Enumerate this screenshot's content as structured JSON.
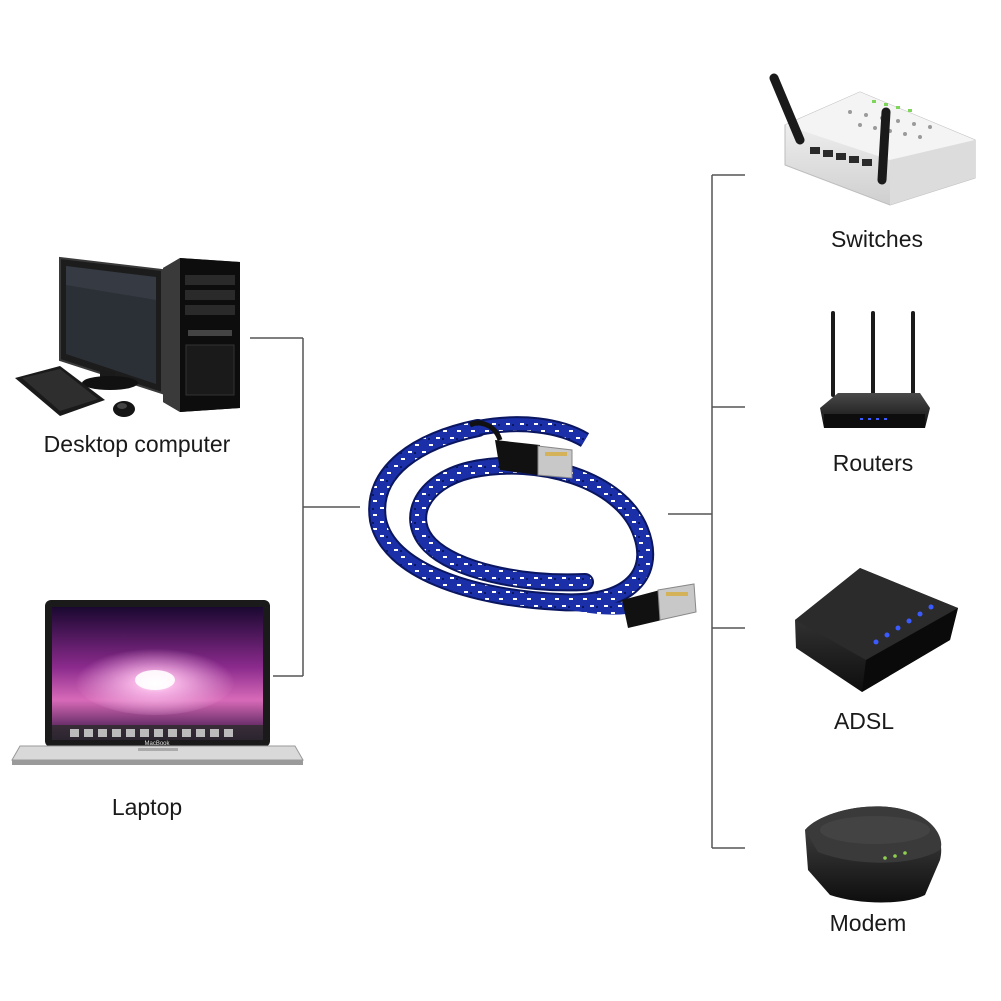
{
  "devices": {
    "desktop": {
      "label": "Desktop computer",
      "icon": "desktop-computer-icon"
    },
    "laptop": {
      "label": "Laptop",
      "icon": "laptop-icon"
    },
    "cable": {
      "icon": "ethernet-cable-icon",
      "color": "#1a2fa8"
    },
    "switches": {
      "label": "Switches",
      "icon": "switch-icon"
    },
    "routers": {
      "label": "Routers",
      "icon": "router-icon"
    },
    "adsl": {
      "label": "ADSL",
      "icon": "adsl-icon"
    },
    "modem": {
      "label": "Modem",
      "icon": "modem-icon"
    }
  },
  "laptop_brand": "MacBook",
  "colors": {
    "connector_line": "#555555",
    "status_led": "#3b5bff"
  }
}
